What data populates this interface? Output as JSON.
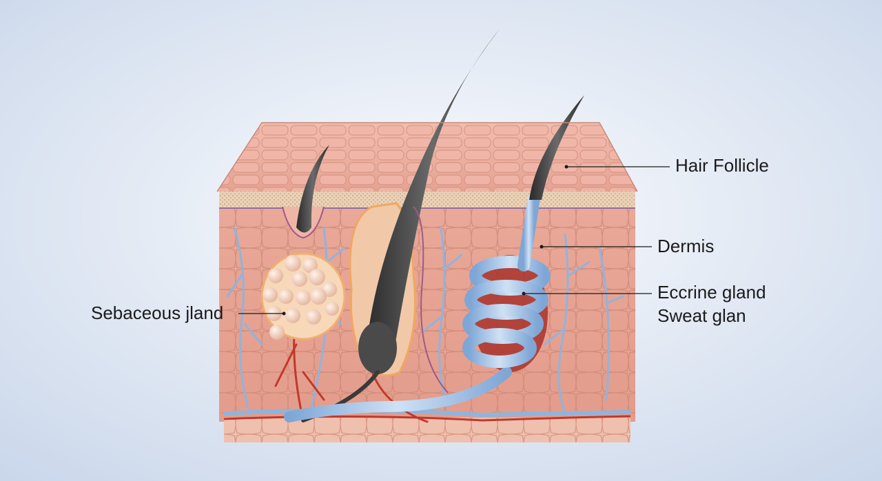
{
  "labels": {
    "hair_follicle": "Hair Follicle",
    "dermis": "Dermis",
    "eccrine_gland": "Eccrine gland",
    "sweat_gland": "Sweat glan",
    "sebaceous_gland": "Sebaceous jland"
  },
  "colors": {
    "background_center": "#fbfcfe",
    "background_edge": "#c9d6ea",
    "skin": "#e9a896",
    "skin_dark": "#c97d6c",
    "epidermis_top": "#efb3a4",
    "hair": "#3a3a3a",
    "vessel_blue": "#8fb4dd",
    "vessel_red": "#c0392b",
    "sebaceous": "#f6d3bd",
    "gland_tube": "#a9c8ea"
  }
}
